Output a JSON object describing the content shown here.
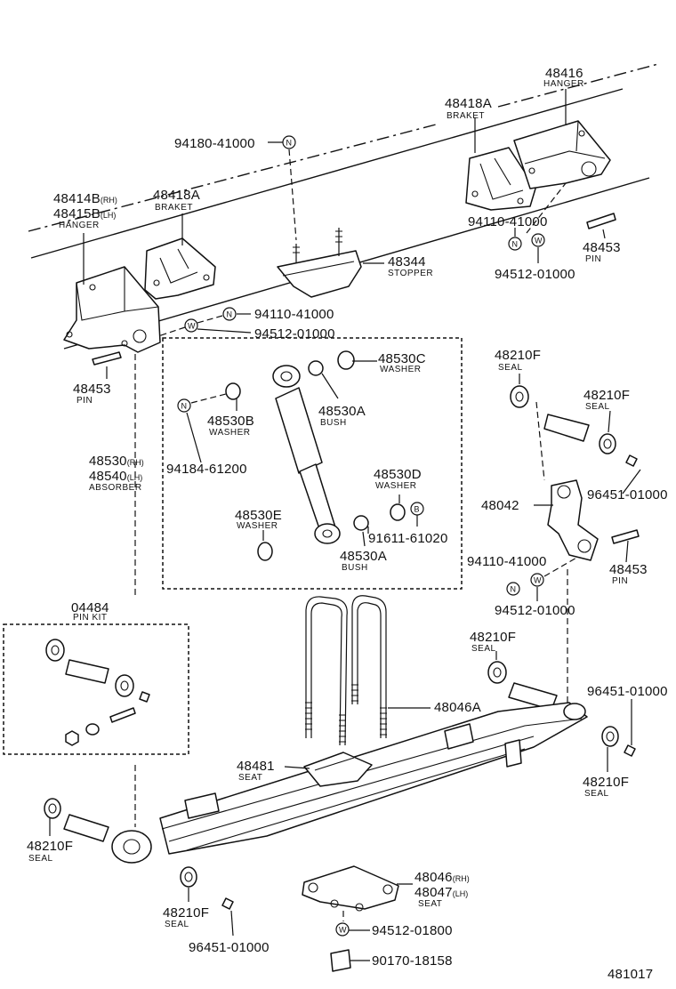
{
  "diagram_code": "481017",
  "frame": {
    "hanger_front": {
      "part_rh": "48414B",
      "suffix_rh": "(RH)",
      "part_lh": "48415B",
      "suffix_lh": "(LH)",
      "name": "HANGER"
    },
    "hanger_rear": {
      "part": "48416",
      "name": "HANGER"
    },
    "bracket_front": {
      "part": "48418A",
      "name": "BRAKET"
    },
    "bracket_rear": {
      "part": "48418A",
      "name": "BRAKET"
    },
    "stopper": {
      "part": "48344",
      "name": "STOPPER"
    },
    "nut_top": {
      "part": "94180-41000"
    },
    "nut_front": {
      "part": "94110-41000"
    },
    "washer_front": {
      "part": "94512-01000"
    },
    "nut_rear": {
      "part": "94110-41000"
    },
    "washer_rear": {
      "part": "94512-01000"
    },
    "pin_front": {
      "part": "48453",
      "name": "PIN"
    },
    "pin_rear": {
      "part": "48453",
      "name": "PIN"
    }
  },
  "absorber_group": {
    "absorber": {
      "part_rh": "48530",
      "suffix_rh": "(RH)",
      "part_lh": "48540",
      "suffix_lh": "(LH)",
      "name": "ABSORBER"
    },
    "washer_c": {
      "part": "48530C",
      "name": "WASHER"
    },
    "bush_top": {
      "part": "48530A",
      "name": "BUSH"
    },
    "washer_b": {
      "part": "48530B",
      "name": "WASHER"
    },
    "nut": {
      "part": "94184-61200"
    },
    "washer_d": {
      "part": "48530D",
      "name": "WASHER"
    },
    "washer_e": {
      "part": "48530E",
      "name": "WASHER"
    },
    "bolt": {
      "part": "91611-61020"
    },
    "bush_bottom": {
      "part": "48530A",
      "name": "BUSH"
    }
  },
  "shackle_group": {
    "seal_1": {
      "part": "48210F",
      "name": "SEAL"
    },
    "seal_2": {
      "part": "48210F",
      "name": "SEAL"
    },
    "fitting_1": {
      "part": "96451-01000"
    },
    "shackle": {
      "part": "48042"
    },
    "nut": {
      "part": "94110-41000"
    },
    "washer": {
      "part": "94512-01000"
    },
    "pin": {
      "part": "48453",
      "name": "PIN"
    },
    "seal_3": {
      "part": "48210F",
      "name": "SEAL"
    },
    "fitting_2": {
      "part": "96451-01000"
    },
    "seal_4": {
      "part": "48210F",
      "name": "SEAL"
    }
  },
  "pin_kit": {
    "part": "04484",
    "name": "PIN KIT"
  },
  "spring_group": {
    "u_bolt": {
      "part": "48046A"
    },
    "seat_top": {
      "part": "48481",
      "name": "SEAT"
    },
    "seal_left": {
      "part": "48210F",
      "name": "SEAL"
    },
    "seal_bottom": {
      "part": "48210F",
      "name": "SEAL"
    },
    "fitting_bottom": {
      "part": "96451-01000"
    },
    "seat_lower": {
      "part_rh": "48046",
      "suffix_rh": "(RH)",
      "part_lh": "48047",
      "suffix_lh": "(LH)",
      "name": "SEAT"
    },
    "washer_lower": {
      "part": "94512-01800"
    },
    "nut_lower": {
      "part": "90170-18158"
    }
  },
  "symbols": {
    "nut": "N",
    "washer": "W",
    "bolt": "B"
  }
}
